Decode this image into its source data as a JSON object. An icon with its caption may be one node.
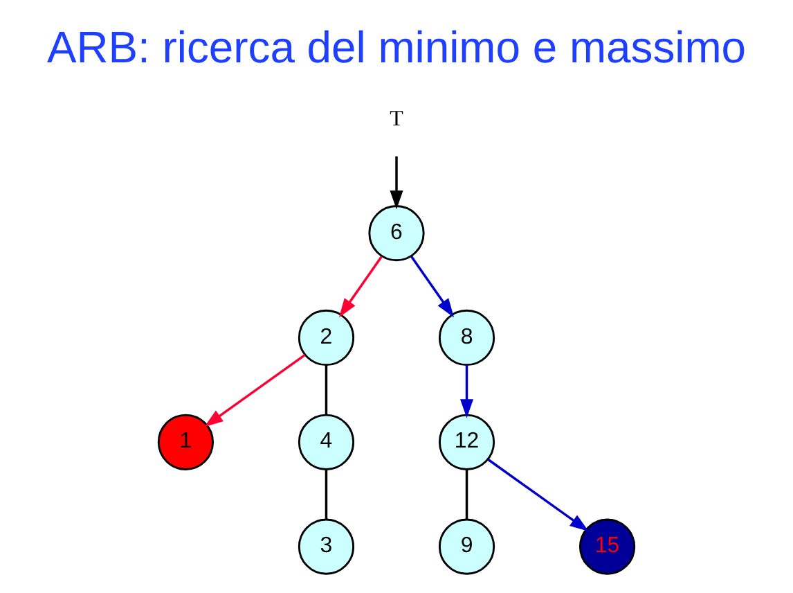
{
  "diagram": {
    "title": "ARB: ricerca del minimo e massimo",
    "nodes": [
      {
        "text": [
          "T"
        ]
      },
      {
        "text": [
          "6"
        ]
      },
      {
        "text": [
          "2"
        ]
      },
      {
        "text": [
          "8"
        ]
      },
      {
        "text": [
          "1"
        ]
      },
      {
        "text": [
          "4"
        ]
      },
      {
        "text": [
          "12"
        ]
      },
      {
        "text": [
          "3"
        ]
      },
      {
        "text": [
          "9"
        ]
      },
      {
        "text": [
          "15"
        ]
      }
    ],
    "edges": [
      {
        "from": 0,
        "to": 1,
        "arrow": "to"
      },
      {
        "from": 1,
        "to": 2,
        "arrow": "to",
        "color": "#ff0033"
      },
      {
        "from": 1,
        "to": 3,
        "arrow": "to",
        "color": "#0000cc"
      },
      {
        "from": 2,
        "to": 4,
        "arrow": "to",
        "color": "#ff0033"
      },
      {
        "from": 2,
        "to": 5,
        "arrow": "none"
      },
      {
        "from": 3,
        "to": 6,
        "arrow": "to",
        "color": "#0000cc"
      },
      {
        "from": 5,
        "to": 7,
        "arrow": "none"
      },
      {
        "from": 6,
        "to": 8,
        "arrow": "none"
      },
      {
        "from": 6,
        "to": 9,
        "arrow": "to",
        "color": "#0000cc"
      }
    ]
  }
}
